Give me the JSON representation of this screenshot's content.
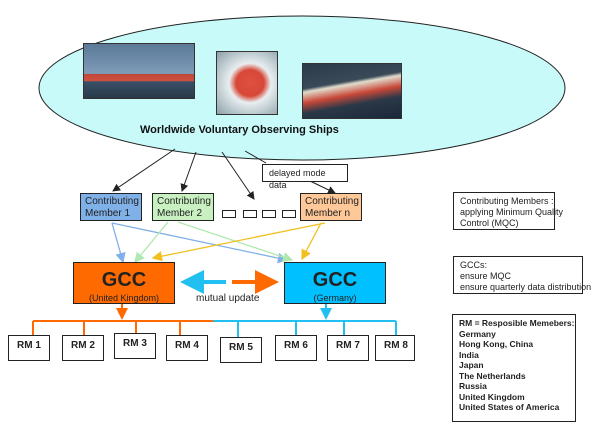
{
  "title": "Worldwide Voluntary Observing Ships",
  "ships": [
    {
      "name": "container-ship-1-photo"
    },
    {
      "name": "container-ship-2-photo"
    },
    {
      "name": "container-ship-3-photo"
    }
  ],
  "delayed_mode_label": "delayed mode data",
  "contributing_members": [
    {
      "line1": "Contributing",
      "line2": "Member 1",
      "color": "#80b0e8"
    },
    {
      "line1": "Contributing",
      "line2": "Member  2",
      "color": "#c8f0c0"
    },
    {
      "line1": "Contributing",
      "line2": "Member n",
      "color": "#ffc898"
    }
  ],
  "gcc": [
    {
      "title": "GCC",
      "country": "(United Kingdom)",
      "color": "#ff6a00"
    },
    {
      "title": "GCC",
      "country": "(Germany)",
      "color": "#00c0ff"
    }
  ],
  "mutual_update_label": "mutual update",
  "responsible_members": [
    "RM 1",
    "RM 2",
    "RM 3",
    "RM 4",
    "RM 5",
    "RM 6",
    "RM 7",
    "RM 8"
  ],
  "legend": {
    "contributing": [
      "Contributing Members :",
      "applying Minimum Quality",
      "Control (MQC)"
    ],
    "gccs": [
      "GCCs:",
      "ensure MQC",
      "ensure quarterly data distribution"
    ],
    "rm": [
      "RM = Resposible Memebers:",
      "Germany",
      "Hong Kong, China",
      "India",
      "Japan",
      "The Netherlands",
      "Russia",
      "United Kingdom",
      "United States of America"
    ]
  },
  "colors": {
    "ellipse": "#c8fafa",
    "uk_orange": "#ff6a00",
    "de_blue": "#00c0ff",
    "cm1_line": "#80b0e8",
    "cm2_line": "#b0e8b0",
    "cmn_line": "#f0c020"
  }
}
